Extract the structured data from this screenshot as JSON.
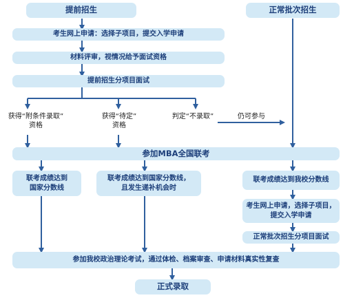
{
  "nodes": {
    "early_admission": "提前招生",
    "regular_admission": "正常批次招生",
    "apply_online_left": "考生网上申请：选择子项目，提交入学申请",
    "material_review": "材料评审，视情况给予面试资格",
    "early_interview": "提前招生分项目面试",
    "mba_exam": "参加MBA全国联考",
    "national_line_left": "联考成绩达到\n国家分数线",
    "national_line_supplement": "联考成绩达到国家分数线，\n且发生递补机会时",
    "school_line": "联考成绩达到我校分数线",
    "apply_online_right": "考生网上申请，选择子项目，\n提交入学申请",
    "regular_interview": "正常批次招生分项目面试",
    "final_review": "参加我校政治理论考试，通过体检、档案审查、申请材料真实性复查",
    "final_admission": "正式录取"
  },
  "outcomes": {
    "conditional": "获得“附条件录取”\n资格",
    "pending": "获得“待定”\n资格",
    "rejected": "判定“不录取”",
    "still_participate": "仍可参与"
  }
}
